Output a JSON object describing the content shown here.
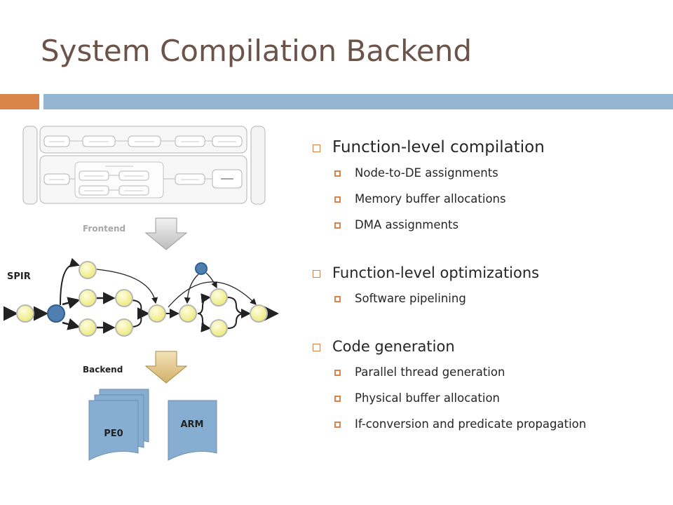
{
  "title": "System Compilation Backend",
  "diagram": {
    "frontend_label": "Frontend",
    "spir_label": "SPIR",
    "backend_label": "Backend",
    "pe_label": "PE0",
    "arm_label": "ARM"
  },
  "sections": [
    {
      "heading": "Function-level compilation",
      "items": [
        "Node-to-DE assignments",
        "Memory buffer allocations",
        "DMA assignments"
      ]
    },
    {
      "heading": "Function-level optimizations",
      "items": [
        "Software pipelining"
      ]
    },
    {
      "heading": "Code generation",
      "items": [
        "Parallel thread generation",
        "Physical buffer allocation",
        "If-conversion and predicate propagation"
      ]
    }
  ],
  "colors": {
    "title": "#6b5349",
    "accent": "#d8844a",
    "band": "#94b6d2",
    "node": "#f6f59a",
    "node_dark": "#4f7fb0",
    "doc": "#86aed3"
  }
}
